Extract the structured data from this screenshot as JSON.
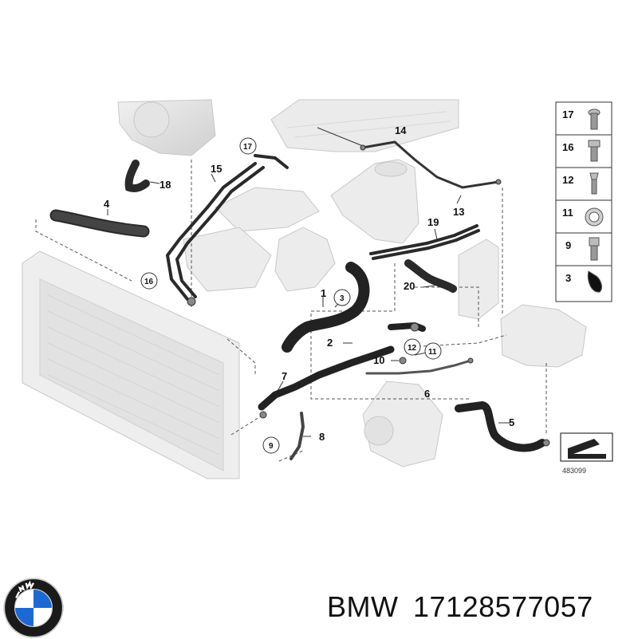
{
  "diagram": {
    "ref_code": "483099",
    "callouts": [
      {
        "id": "c1",
        "label": "1",
        "circled": false
      },
      {
        "id": "c2",
        "label": "2",
        "circled": false
      },
      {
        "id": "c3",
        "label": "3",
        "circled": true
      },
      {
        "id": "c4",
        "label": "4",
        "circled": false
      },
      {
        "id": "c5",
        "label": "5",
        "circled": false
      },
      {
        "id": "c6",
        "label": "6",
        "circled": false
      },
      {
        "id": "c7",
        "label": "7",
        "circled": false
      },
      {
        "id": "c8",
        "label": "8",
        "circled": false
      },
      {
        "id": "c9",
        "label": "9",
        "circled": true
      },
      {
        "id": "c10",
        "label": "10",
        "circled": false
      },
      {
        "id": "c11",
        "label": "11",
        "circled": true
      },
      {
        "id": "c12",
        "label": "12",
        "circled": true
      },
      {
        "id": "c13",
        "label": "13",
        "circled": false
      },
      {
        "id": "c14",
        "label": "14",
        "circled": false
      },
      {
        "id": "c15",
        "label": "15",
        "circled": false
      },
      {
        "id": "c16",
        "label": "16",
        "circled": true
      },
      {
        "id": "c17",
        "label": "17",
        "circled": true
      },
      {
        "id": "c18",
        "label": "18",
        "circled": false
      },
      {
        "id": "c19",
        "label": "19",
        "circled": false
      },
      {
        "id": "c20",
        "label": "20",
        "circled": false
      }
    ],
    "legend": [
      "17",
      "16",
      "12",
      "11",
      "9",
      "3"
    ]
  },
  "caption": {
    "brand": "BMW",
    "part_number": "17128577057"
  },
  "logo": {
    "brand": "BMW",
    "colors": {
      "blue": "#1c69d4",
      "ring": "#1a1a1a",
      "white": "#ffffff"
    }
  }
}
